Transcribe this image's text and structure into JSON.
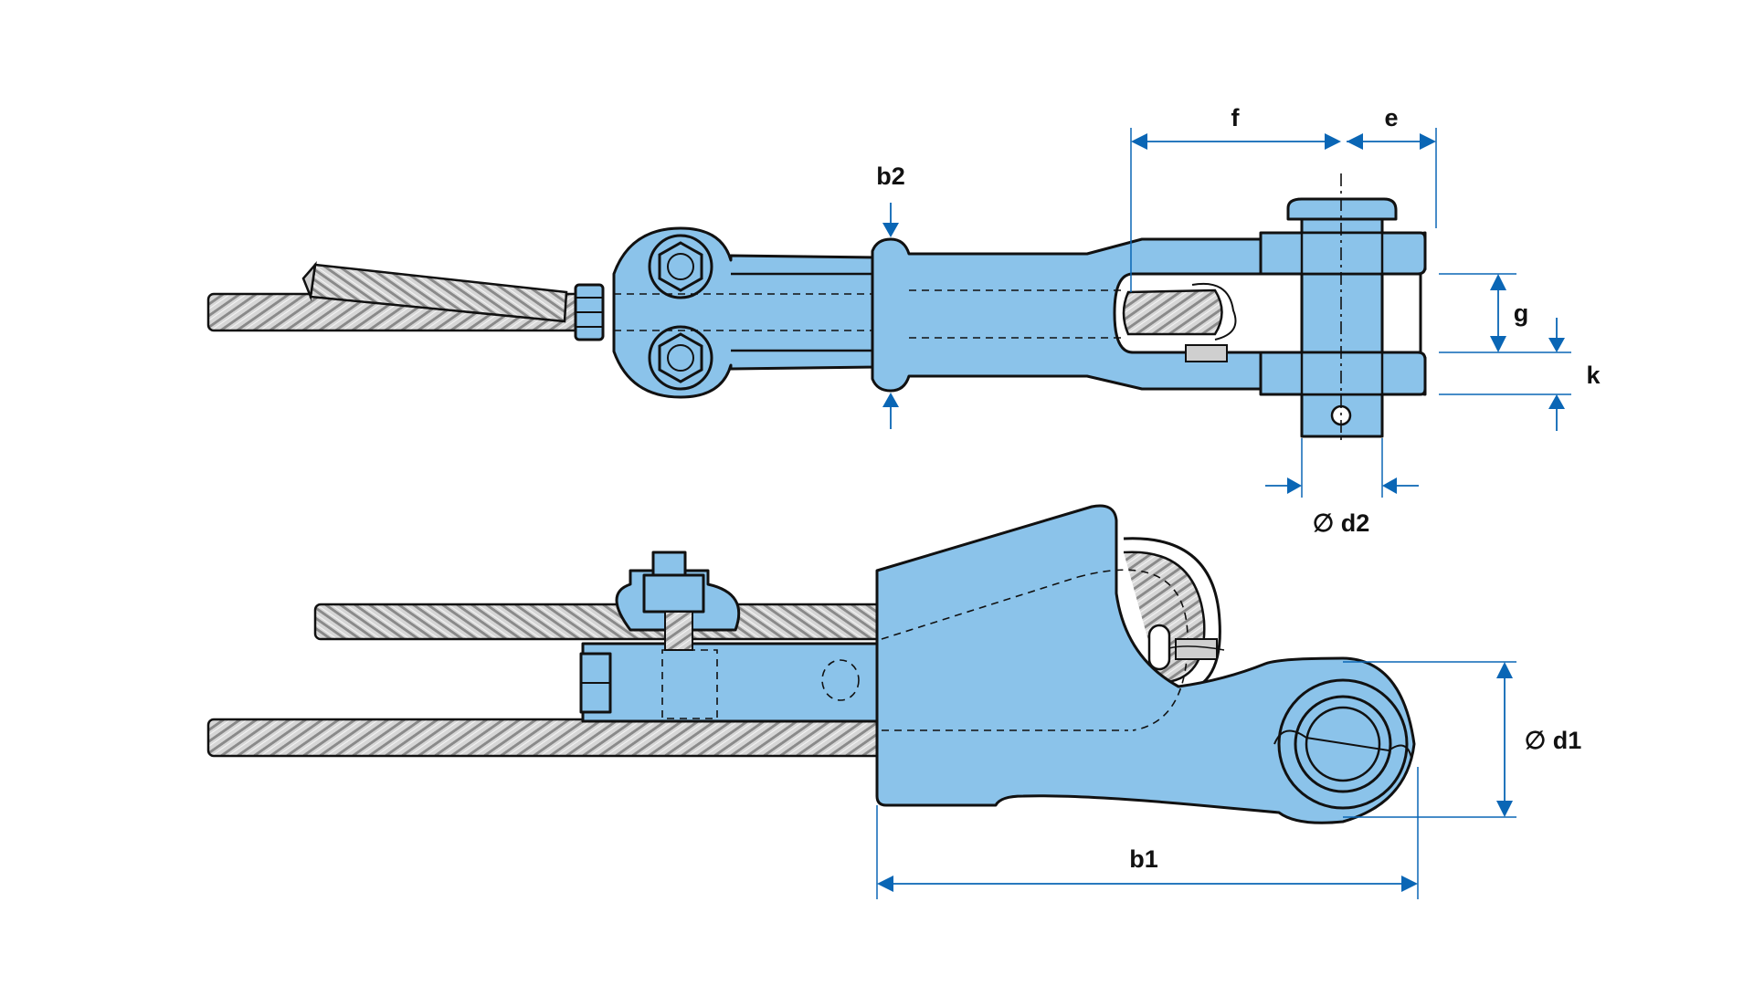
{
  "labels": {
    "f": "f",
    "e": "e",
    "b2": "b2",
    "g": "g",
    "k": "k",
    "d2": "∅ d2",
    "d1": "∅ d1",
    "b1": "b1"
  },
  "colors": {
    "part_fill": "#8bc3ea",
    "dimension_blue": "#0a66b5",
    "outline": "#111111",
    "rope_light": "#d6d6d6",
    "rope_dark": "#8a8a8a"
  }
}
